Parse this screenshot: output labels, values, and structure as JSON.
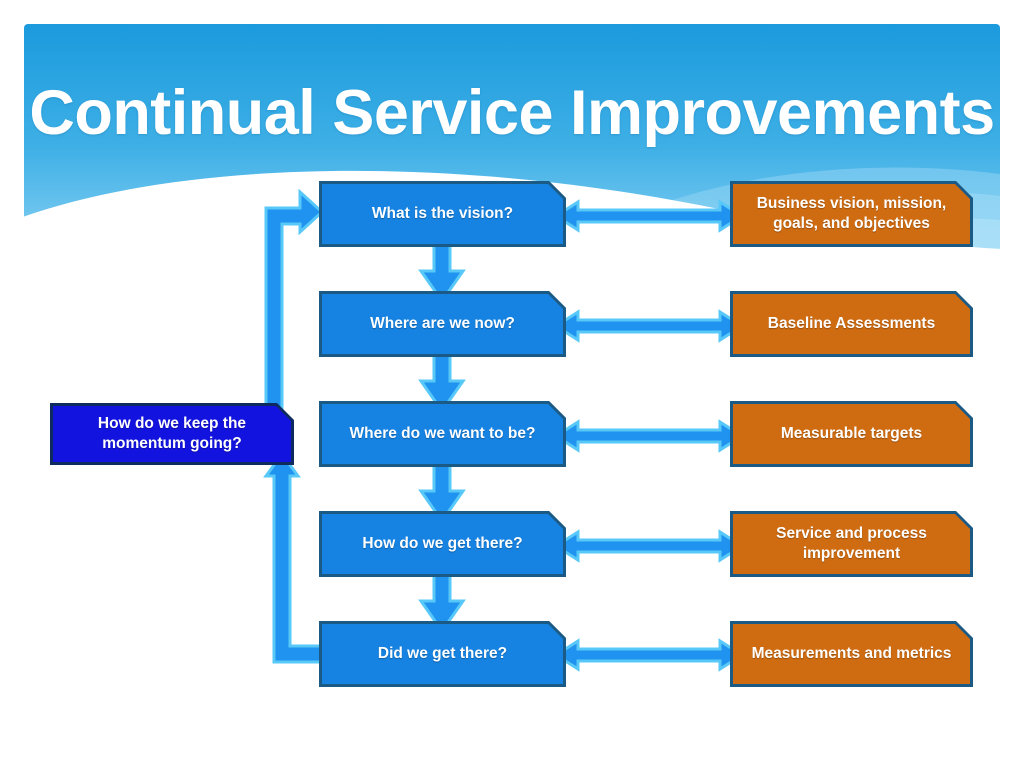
{
  "slide": {
    "title": "Continual Service Improvements",
    "background_color": "#ffffff"
  },
  "theme": {
    "header_top_color": "#1b9add",
    "header_bottom_color": "#79c9ef",
    "process_box_color": "#1683e2",
    "process_box_border": "#1c5a86",
    "output_box_color": "#cf6c12",
    "output_box_border": "#1c5a86",
    "feedback_box_color": "#1313e0",
    "feedback_box_border": "#0d2b5e",
    "arrow_color": "#1f93ef",
    "arrow_outline_color": "#57c8f7",
    "text_color": "#ffffff"
  },
  "process_steps": [
    {
      "id": "vision",
      "label": "What is the vision?"
    },
    {
      "id": "now",
      "label": "Where are we now?"
    },
    {
      "id": "want",
      "label": "Where do we want to be?"
    },
    {
      "id": "get",
      "label": "How do we get there?"
    },
    {
      "id": "did",
      "label": "Did we get there?"
    }
  ],
  "output_items": [
    {
      "id": "vision-out",
      "label": "Business vision, mission, goals, and objectives"
    },
    {
      "id": "now-out",
      "label": "Baseline Assessments"
    },
    {
      "id": "want-out",
      "label": "Measurable targets"
    },
    {
      "id": "get-out",
      "label": "Service and process improvement"
    },
    {
      "id": "did-out",
      "label": "Measurements and metrics"
    }
  ],
  "feedback_box": {
    "label": "How do we keep the momentum going?"
  },
  "connectors": {
    "down_arrow_name": "down-arrow",
    "double_arrow_name": "double-headed-arrow",
    "feedback_up_name": "feedback-arrow-up",
    "feedback_top_name": "feedback-arrow-to-vision"
  }
}
